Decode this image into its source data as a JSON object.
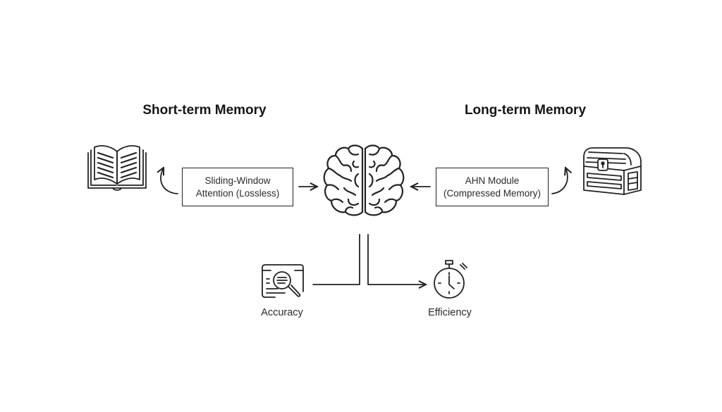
{
  "diagram": {
    "short_term": {
      "heading": "Short-term Memory",
      "box_line1": "Sliding-Window",
      "box_line2": "Attention (Lossless)",
      "icon": "open-book-icon"
    },
    "long_term": {
      "heading": "Long-term Memory",
      "box_line1": "AHN Module",
      "box_line2": "(Compressed Memory)",
      "icon": "treasure-chest-icon"
    },
    "center": {
      "icon": "brain-icon"
    },
    "outputs": [
      {
        "label": "Accuracy",
        "icon": "document-search-icon"
      },
      {
        "label": "Efficiency",
        "icon": "stopwatch-icon"
      }
    ]
  }
}
